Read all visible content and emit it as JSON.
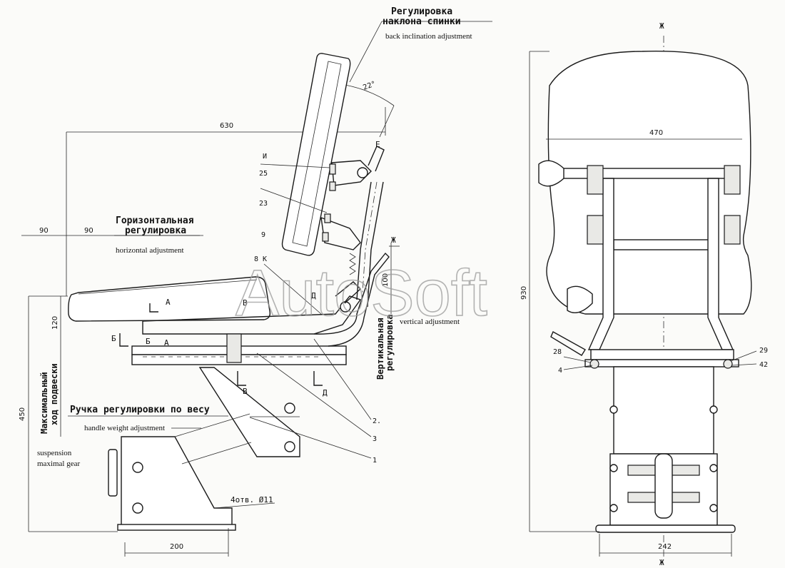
{
  "watermark": "AutoSoft",
  "side_view": {
    "labels": {
      "back_adj_ru_1": "Регулировка",
      "back_adj_ru_2": "наклона спинки",
      "back_adj_en": "back inclination adjustment",
      "horiz_ru_1": "Горизонтальная",
      "horiz_ru_2": "регулировка",
      "horiz_en": "horizontal adjustment",
      "vert_ru_1": "Вертикальная",
      "vert_ru_2": "регулировка",
      "vert_en": "vertical adjustment",
      "weight_ru": "Ручка регулировки по весу",
      "weight_en": "handle weight adjustment",
      "susp_ru_1": "Максимальный",
      "susp_ru_2": "ход подвески",
      "susp_en_1": "suspension",
      "susp_en_2": "maximal gear",
      "holes": "4отв. Ø11"
    },
    "dimensions": {
      "d630": "630",
      "d90a": "90",
      "d90b": "90",
      "d100": "100",
      "d120": "120",
      "d450": "450",
      "d200": "200",
      "angle": "22°"
    },
    "parts": {
      "p_i": "И",
      "p_e": "Е",
      "p_25": "25",
      "p_23": "23",
      "p_9": "9",
      "p_8": "8",
      "p_k": "К",
      "p_zh": "Ж",
      "p_a1": "А",
      "p_a2": "А",
      "p_b1": "Б",
      "p_b2": "Б",
      "p_v1": "В",
      "p_v2": "В",
      "p_d1": "Д",
      "p_d2": "Д",
      "p_2": "2.",
      "p_3": "3",
      "p_1": "1"
    }
  },
  "front_view": {
    "labels": {
      "zh": "Ж",
      "zh2": "Ж"
    },
    "dimensions": {
      "d470": "470",
      "d930": "930",
      "d242": "242"
    },
    "parts": {
      "p_28": "28",
      "p_4": "4",
      "p_29": "29",
      "p_42": "42"
    }
  }
}
